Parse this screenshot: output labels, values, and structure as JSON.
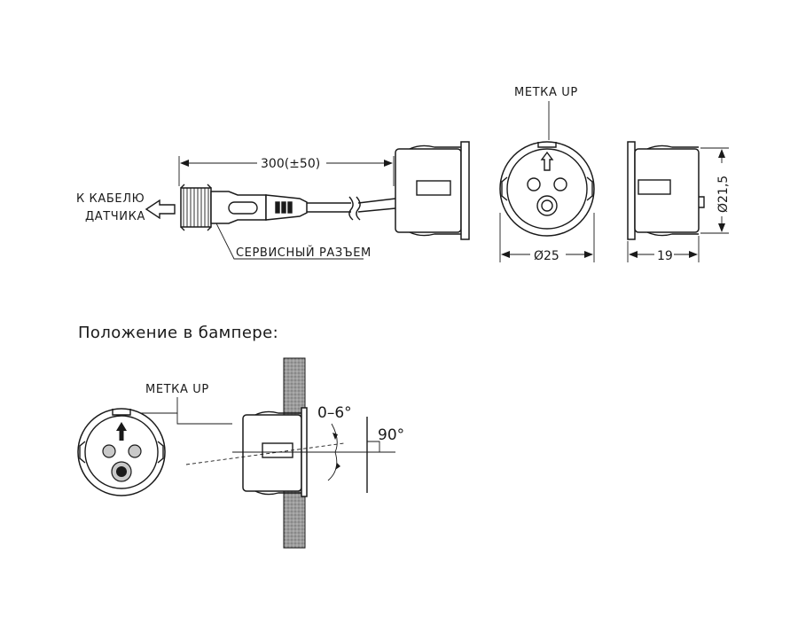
{
  "labels": {
    "to_sensor_cable_line1": "К КАБЕЛЮ",
    "to_sensor_cable_line2": "ДАТЧИКА",
    "cable_length": "300(±50)",
    "service_connector": "СЕРВИСНЫЙ РАЗЪЕМ",
    "up_mark_top": "МЕТКА UP",
    "diameter_25": "Ø25",
    "depth_19": "19",
    "diameter_21_5": "Ø21,5",
    "bumper_position": "Положение в бампере:",
    "up_mark_bottom": "МЕТКА UP",
    "tilt_angle": "0–6°",
    "right_angle": "90°"
  },
  "colors": {
    "line": "#1a1a1a",
    "pin_grey": "#c9c9c9",
    "bumper_hatch": "#a8a8a8"
  }
}
